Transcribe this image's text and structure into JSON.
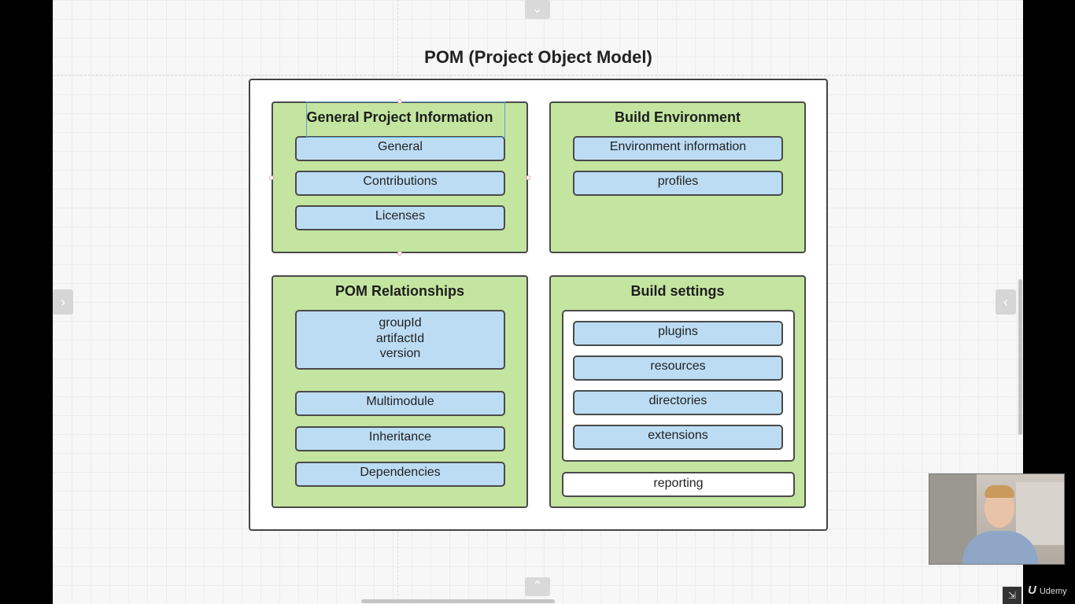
{
  "diagram": {
    "title": "POM (Project Object Model)",
    "panels": {
      "general": {
        "title": "General Project Information",
        "items": [
          "General",
          "Contributions",
          "Licenses"
        ]
      },
      "build_env": {
        "title": "Build Environment",
        "items": [
          "Environment information",
          "profiles"
        ]
      },
      "relationships": {
        "title": "POM Relationships",
        "coordinates": [
          "groupId",
          "artifactId",
          "version"
        ],
        "items": [
          "Multimodule",
          "Inheritance",
          "Dependencies"
        ]
      },
      "build_settings": {
        "title": "Build settings",
        "build_items": [
          "plugins",
          "resources",
          "directories",
          "extensions"
        ],
        "reporting": "reporting"
      }
    }
  },
  "controls": {
    "collapse_top_icon": "chevron-down-icon",
    "collapse_bottom_icon": "chevron-up-icon",
    "left_panel_icon": "chevron-right-icon",
    "right_panel_icon": "chevron-left-icon"
  },
  "video": {
    "brand": "Udemy"
  },
  "colors": {
    "panel_fill": "#c4e5a0",
    "item_fill": "#bcdcf4",
    "border": "#4a4a4a",
    "selection": "#5aa0c8"
  }
}
